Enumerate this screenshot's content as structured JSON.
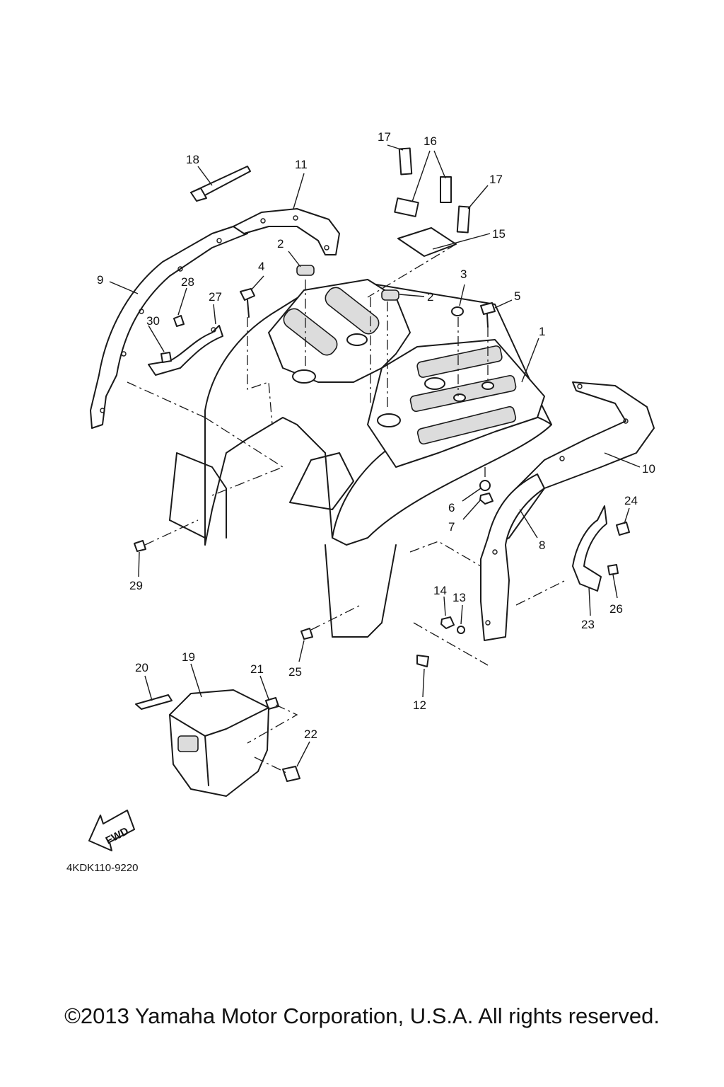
{
  "diagram_code": "4KDK110-9220",
  "fwd_label": "FWD",
  "copyright": "©2013 Yamaha Motor Corporation, U.S.A. All rights reserved.",
  "callouts": [
    {
      "id": "c1",
      "text": "1"
    },
    {
      "id": "c2a",
      "text": "2"
    },
    {
      "id": "c2b",
      "text": "2"
    },
    {
      "id": "c3",
      "text": "3"
    },
    {
      "id": "c4",
      "text": "4"
    },
    {
      "id": "c5",
      "text": "5"
    },
    {
      "id": "c6",
      "text": "6"
    },
    {
      "id": "c7",
      "text": "7"
    },
    {
      "id": "c8",
      "text": "8"
    },
    {
      "id": "c9",
      "text": "9"
    },
    {
      "id": "c10",
      "text": "10"
    },
    {
      "id": "c11",
      "text": "11"
    },
    {
      "id": "c12",
      "text": "12"
    },
    {
      "id": "c13",
      "text": "13"
    },
    {
      "id": "c14",
      "text": "14"
    },
    {
      "id": "c15",
      "text": "15"
    },
    {
      "id": "c16",
      "text": "16"
    },
    {
      "id": "c17a",
      "text": "17"
    },
    {
      "id": "c17b",
      "text": "17"
    },
    {
      "id": "c18",
      "text": "18"
    },
    {
      "id": "c19",
      "text": "19"
    },
    {
      "id": "c20",
      "text": "20"
    },
    {
      "id": "c21",
      "text": "21"
    },
    {
      "id": "c22",
      "text": "22"
    },
    {
      "id": "c23",
      "text": "23"
    },
    {
      "id": "c24",
      "text": "24"
    },
    {
      "id": "c25",
      "text": "25"
    },
    {
      "id": "c26",
      "text": "26"
    },
    {
      "id": "c27",
      "text": "27"
    },
    {
      "id": "c28",
      "text": "28"
    },
    {
      "id": "c29",
      "text": "29"
    },
    {
      "id": "c30",
      "text": "30"
    }
  ]
}
